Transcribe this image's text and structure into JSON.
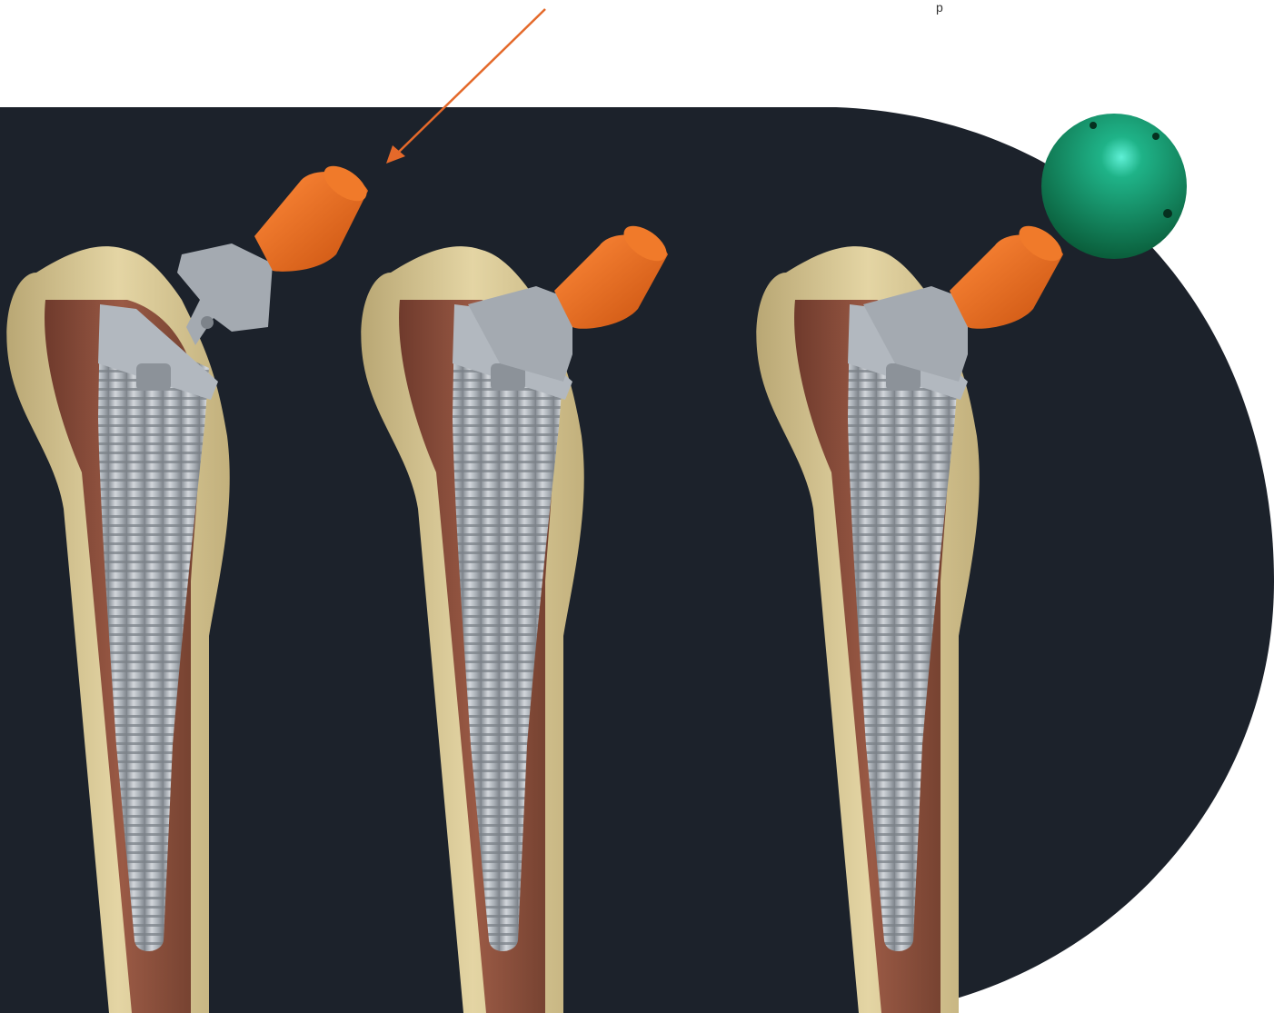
{
  "image": {
    "description_shown": false,
    "background_color": "#1c222b",
    "page_color": "#ffffff",
    "arrow_color": "#e4692a",
    "implant_color": "#aab0b7",
    "neck_color": "#e96a1b",
    "head_color": "#139061",
    "bone_color": "#dccb98",
    "marrow_color": "#8a4a3a"
  },
  "stages": [
    {
      "id": "assembly",
      "neck_detached": true,
      "head_present": false
    },
    {
      "id": "neck-attached",
      "neck_detached": false,
      "head_present": false
    },
    {
      "id": "head-attached",
      "neck_detached": false,
      "head_present": true
    }
  ],
  "top_fragment": "p"
}
